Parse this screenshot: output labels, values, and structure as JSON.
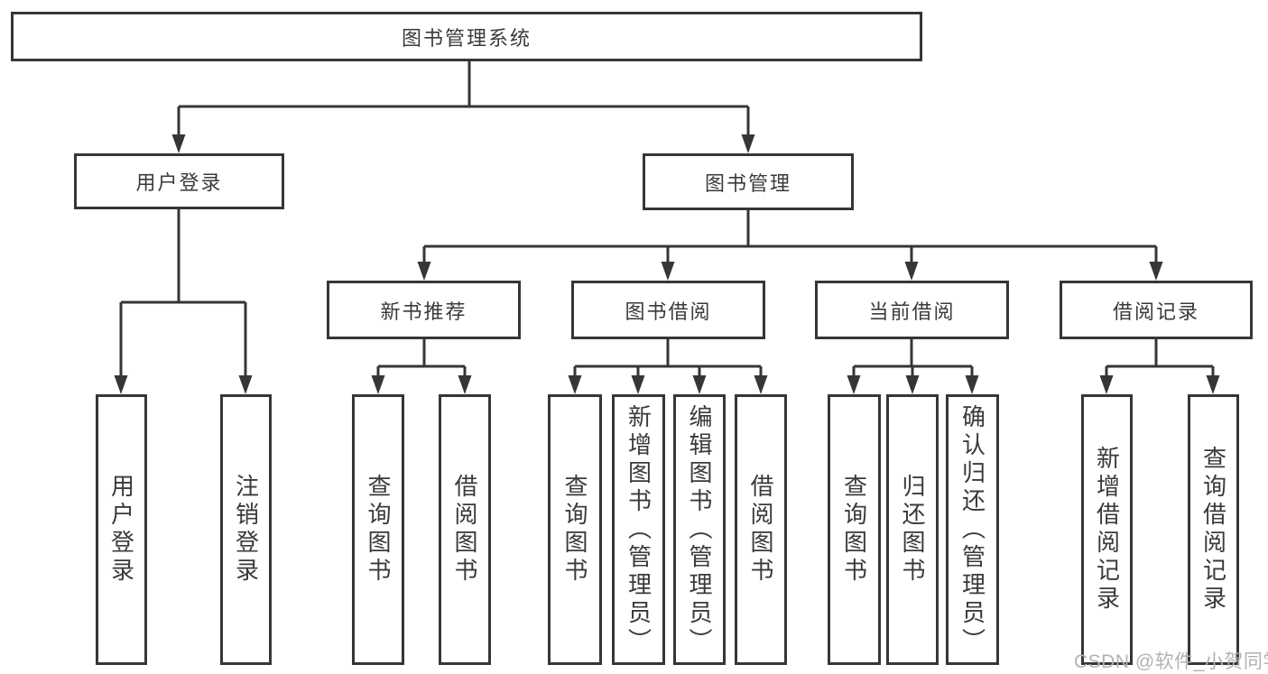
{
  "title": "图书管理系统",
  "watermark": "CSDN @软件_小贺同学",
  "colors": {
    "line": "#363636",
    "box_border": "#363636",
    "text": "#3a3a3a",
    "watermark": "#b2b2b2",
    "background": "#ffffff"
  },
  "nodes": {
    "root": {
      "label": "图书管理系统"
    },
    "level2": [
      {
        "label": "用户登录",
        "parent": "图书管理系统"
      },
      {
        "label": "图书管理",
        "parent": "图书管理系统"
      }
    ],
    "level3": [
      {
        "label": "新书推荐",
        "parent": "图书管理"
      },
      {
        "label": "图书借阅",
        "parent": "图书管理"
      },
      {
        "label": "当前借阅",
        "parent": "图书管理"
      },
      {
        "label": "借阅记录",
        "parent": "图书管理"
      }
    ],
    "leaves": [
      {
        "label": "用户登录",
        "parent": "用户登录"
      },
      {
        "label": "注销登录",
        "parent": "用户登录"
      },
      {
        "label": "查询图书",
        "parent": "新书推荐"
      },
      {
        "label": "借阅图书",
        "parent": "新书推荐"
      },
      {
        "label": "查询图书",
        "parent": "图书借阅"
      },
      {
        "label": "新增图书（管理员）",
        "parent": "图书借阅"
      },
      {
        "label": "编辑图书（管理员）",
        "parent": "图书借阅"
      },
      {
        "label": "借阅图书",
        "parent": "图书借阅"
      },
      {
        "label": "查询图书",
        "parent": "当前借阅"
      },
      {
        "label": "归还图书",
        "parent": "当前借阅"
      },
      {
        "label": "确认归还（管理员）",
        "parent": "当前借阅"
      },
      {
        "label": "新增借阅记录",
        "parent": "借阅记录"
      },
      {
        "label": "查询借阅记录",
        "parent": "借阅记录"
      }
    ]
  }
}
